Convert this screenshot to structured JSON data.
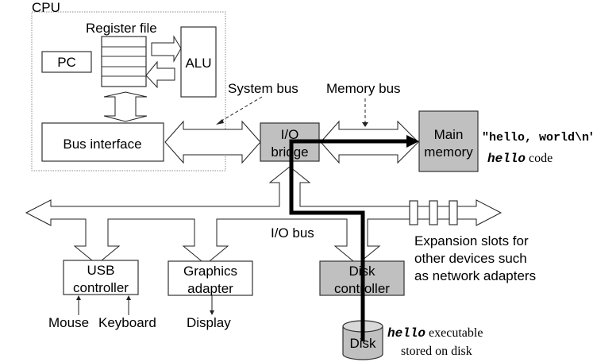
{
  "diagram": {
    "cpu": {
      "title": "CPU",
      "register_file_label": "Register file",
      "pc_label": "PC",
      "alu_label": "ALU",
      "bus_interface_label": "Bus interface"
    },
    "buses": {
      "system_bus": "System bus",
      "memory_bus": "Memory bus",
      "io_bus": "I/O bus"
    },
    "io_bridge": {
      "line1": "I/O",
      "line2": "bridge"
    },
    "main_memory": {
      "line1": "Main",
      "line2": "memory",
      "contents_string": "\"hello, world\\n\"",
      "contents_code_name": "hello",
      "contents_code_suffix": " code"
    },
    "devices": {
      "usb": {
        "line1": "USB",
        "line2": "controller",
        "inputs": [
          "Mouse",
          "Keyboard"
        ]
      },
      "graphics": {
        "line1": "Graphics",
        "line2": "adapter",
        "output": "Display"
      },
      "disk_controller": {
        "line1": "Disk",
        "line2": "controller"
      },
      "disk": {
        "label": "Disk",
        "note_name": "hello",
        "note_suffix": " executable",
        "note_line2": "stored on disk"
      }
    },
    "expansion": {
      "line1": "Expansion slots for",
      "line2": "other devices such",
      "line3": "as network adapters",
      "slot_count": 3
    },
    "colors": {
      "highlight_box": "#c0c0c0",
      "data_path": "#000000"
    }
  }
}
